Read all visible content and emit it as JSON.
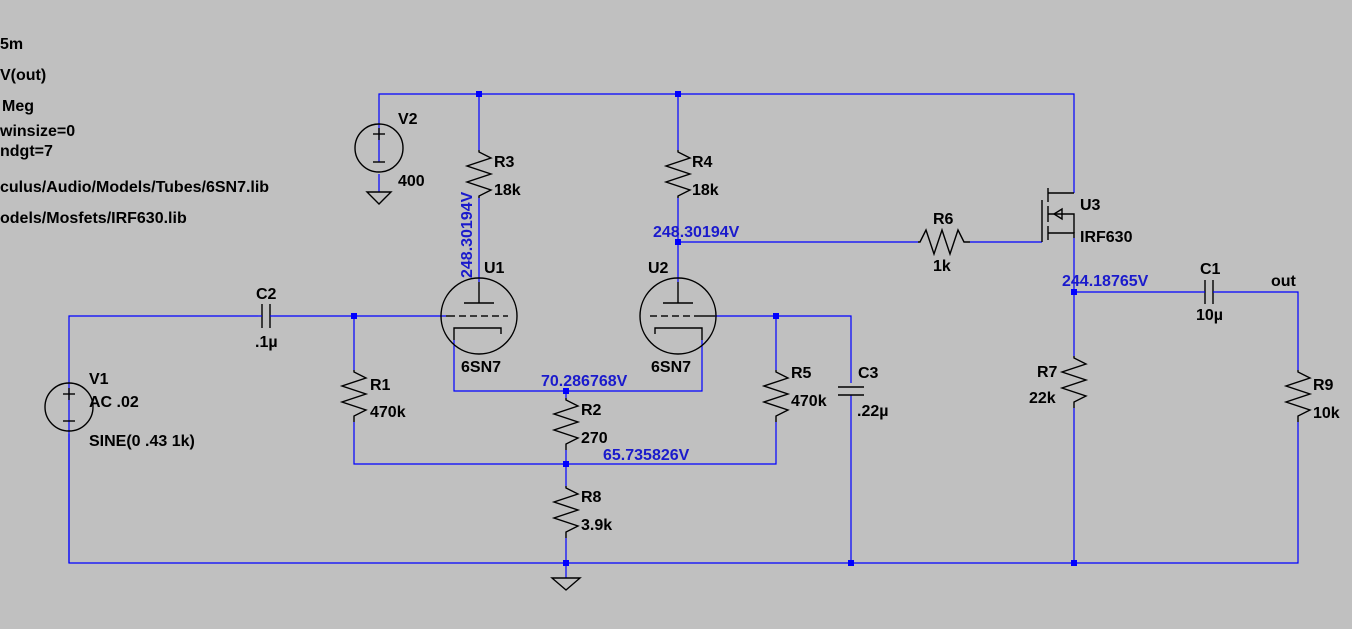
{
  "directives": [
    "5m",
    "V(out)",
    "Meg",
    "winsize=0",
    "ndgt=7",
    "culus/Audio/Models/Tubes/6SN7.lib",
    "odels/Mosfets/IRF630.lib"
  ],
  "components": {
    "V1": {
      "name": "V1",
      "value": "AC .02",
      "value2": "SINE(0 .43 1k)"
    },
    "V2": {
      "name": "V2",
      "value": "400"
    },
    "R1": {
      "name": "R1",
      "value": "470k"
    },
    "R2": {
      "name": "R2",
      "value": "270"
    },
    "R3": {
      "name": "R3",
      "value": "18k"
    },
    "R4": {
      "name": "R4",
      "value": "18k"
    },
    "R5": {
      "name": "R5",
      "value": "470k"
    },
    "R6": {
      "name": "R6",
      "value": "1k"
    },
    "R7": {
      "name": "R7",
      "value": "22k"
    },
    "R8": {
      "name": "R8",
      "value": "3.9k"
    },
    "R9": {
      "name": "R9",
      "value": "10k"
    },
    "C1": {
      "name": "C1",
      "value": "10µ"
    },
    "C2": {
      "name": "C2",
      "value": ".1µ"
    },
    "C3": {
      "name": "C3",
      "value": ".22µ"
    },
    "U1": {
      "name": "U1",
      "value": "6SN7"
    },
    "U2": {
      "name": "U2",
      "value": "6SN7"
    },
    "U3": {
      "name": "U3",
      "value": "IRF630"
    }
  },
  "net_labels": {
    "out": "out"
  },
  "node_voltages": {
    "u1_plate": "248.30194V",
    "u2_plate": "248.30194V",
    "mosfet_source": "244.18765V",
    "cathode": "70.286768V",
    "grid_ref": "65.735826V"
  },
  "colors": {
    "background": "#c0c0c0",
    "wire": "#0000ff",
    "component": "#000000",
    "voltage_label": "#1a1acc"
  }
}
